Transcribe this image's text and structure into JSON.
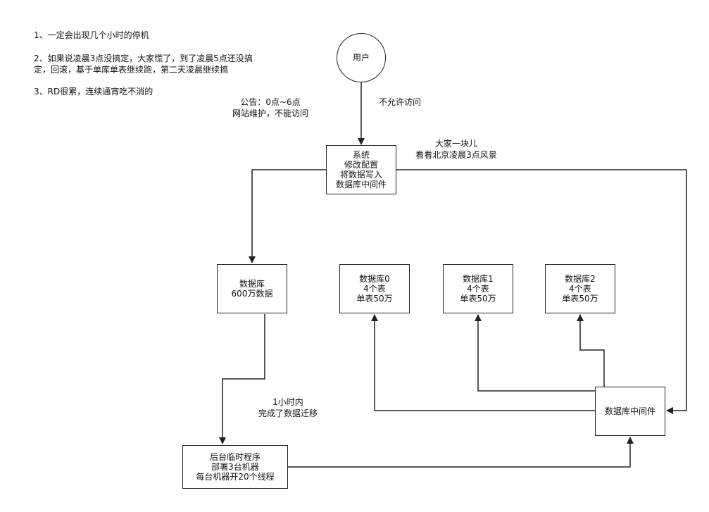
{
  "notes": [
    "1、一定会出现几个小时的停机",
    "2、如果说凌晨3点没搞定，大家慌了，到了凌晨5点还没搞\n定，回滚，基于单库单表继续跑，第二天凌晨继续搞",
    "3、RD很累，连续通宵吃不消的"
  ],
  "nodes": {
    "user": "用户",
    "system": "系统\n修改配置\n将数据写入\n数据库中间件",
    "db_old": "数据库\n600万数据",
    "db0": "数据库0\n4个表\n单表50万",
    "db1": "数据库1\n4个表\n单表50万",
    "db2": "数据库2\n4个表\n单表50万",
    "middleware": "数据库中间件",
    "backend": "后台临时程序\n部署3台机器\n每台机器开20个线程"
  },
  "edge_labels": {
    "announcement": "公告：0点~6点\n网站维护，不能访问",
    "no_access": "不允许访问",
    "together": "大家一块儿\n看看北京凌晨3点风景",
    "migration": "1小时内\n完成了数据迁移"
  },
  "colors": {
    "stroke": "#222222",
    "text": "#111111",
    "background": "#ffffff"
  }
}
